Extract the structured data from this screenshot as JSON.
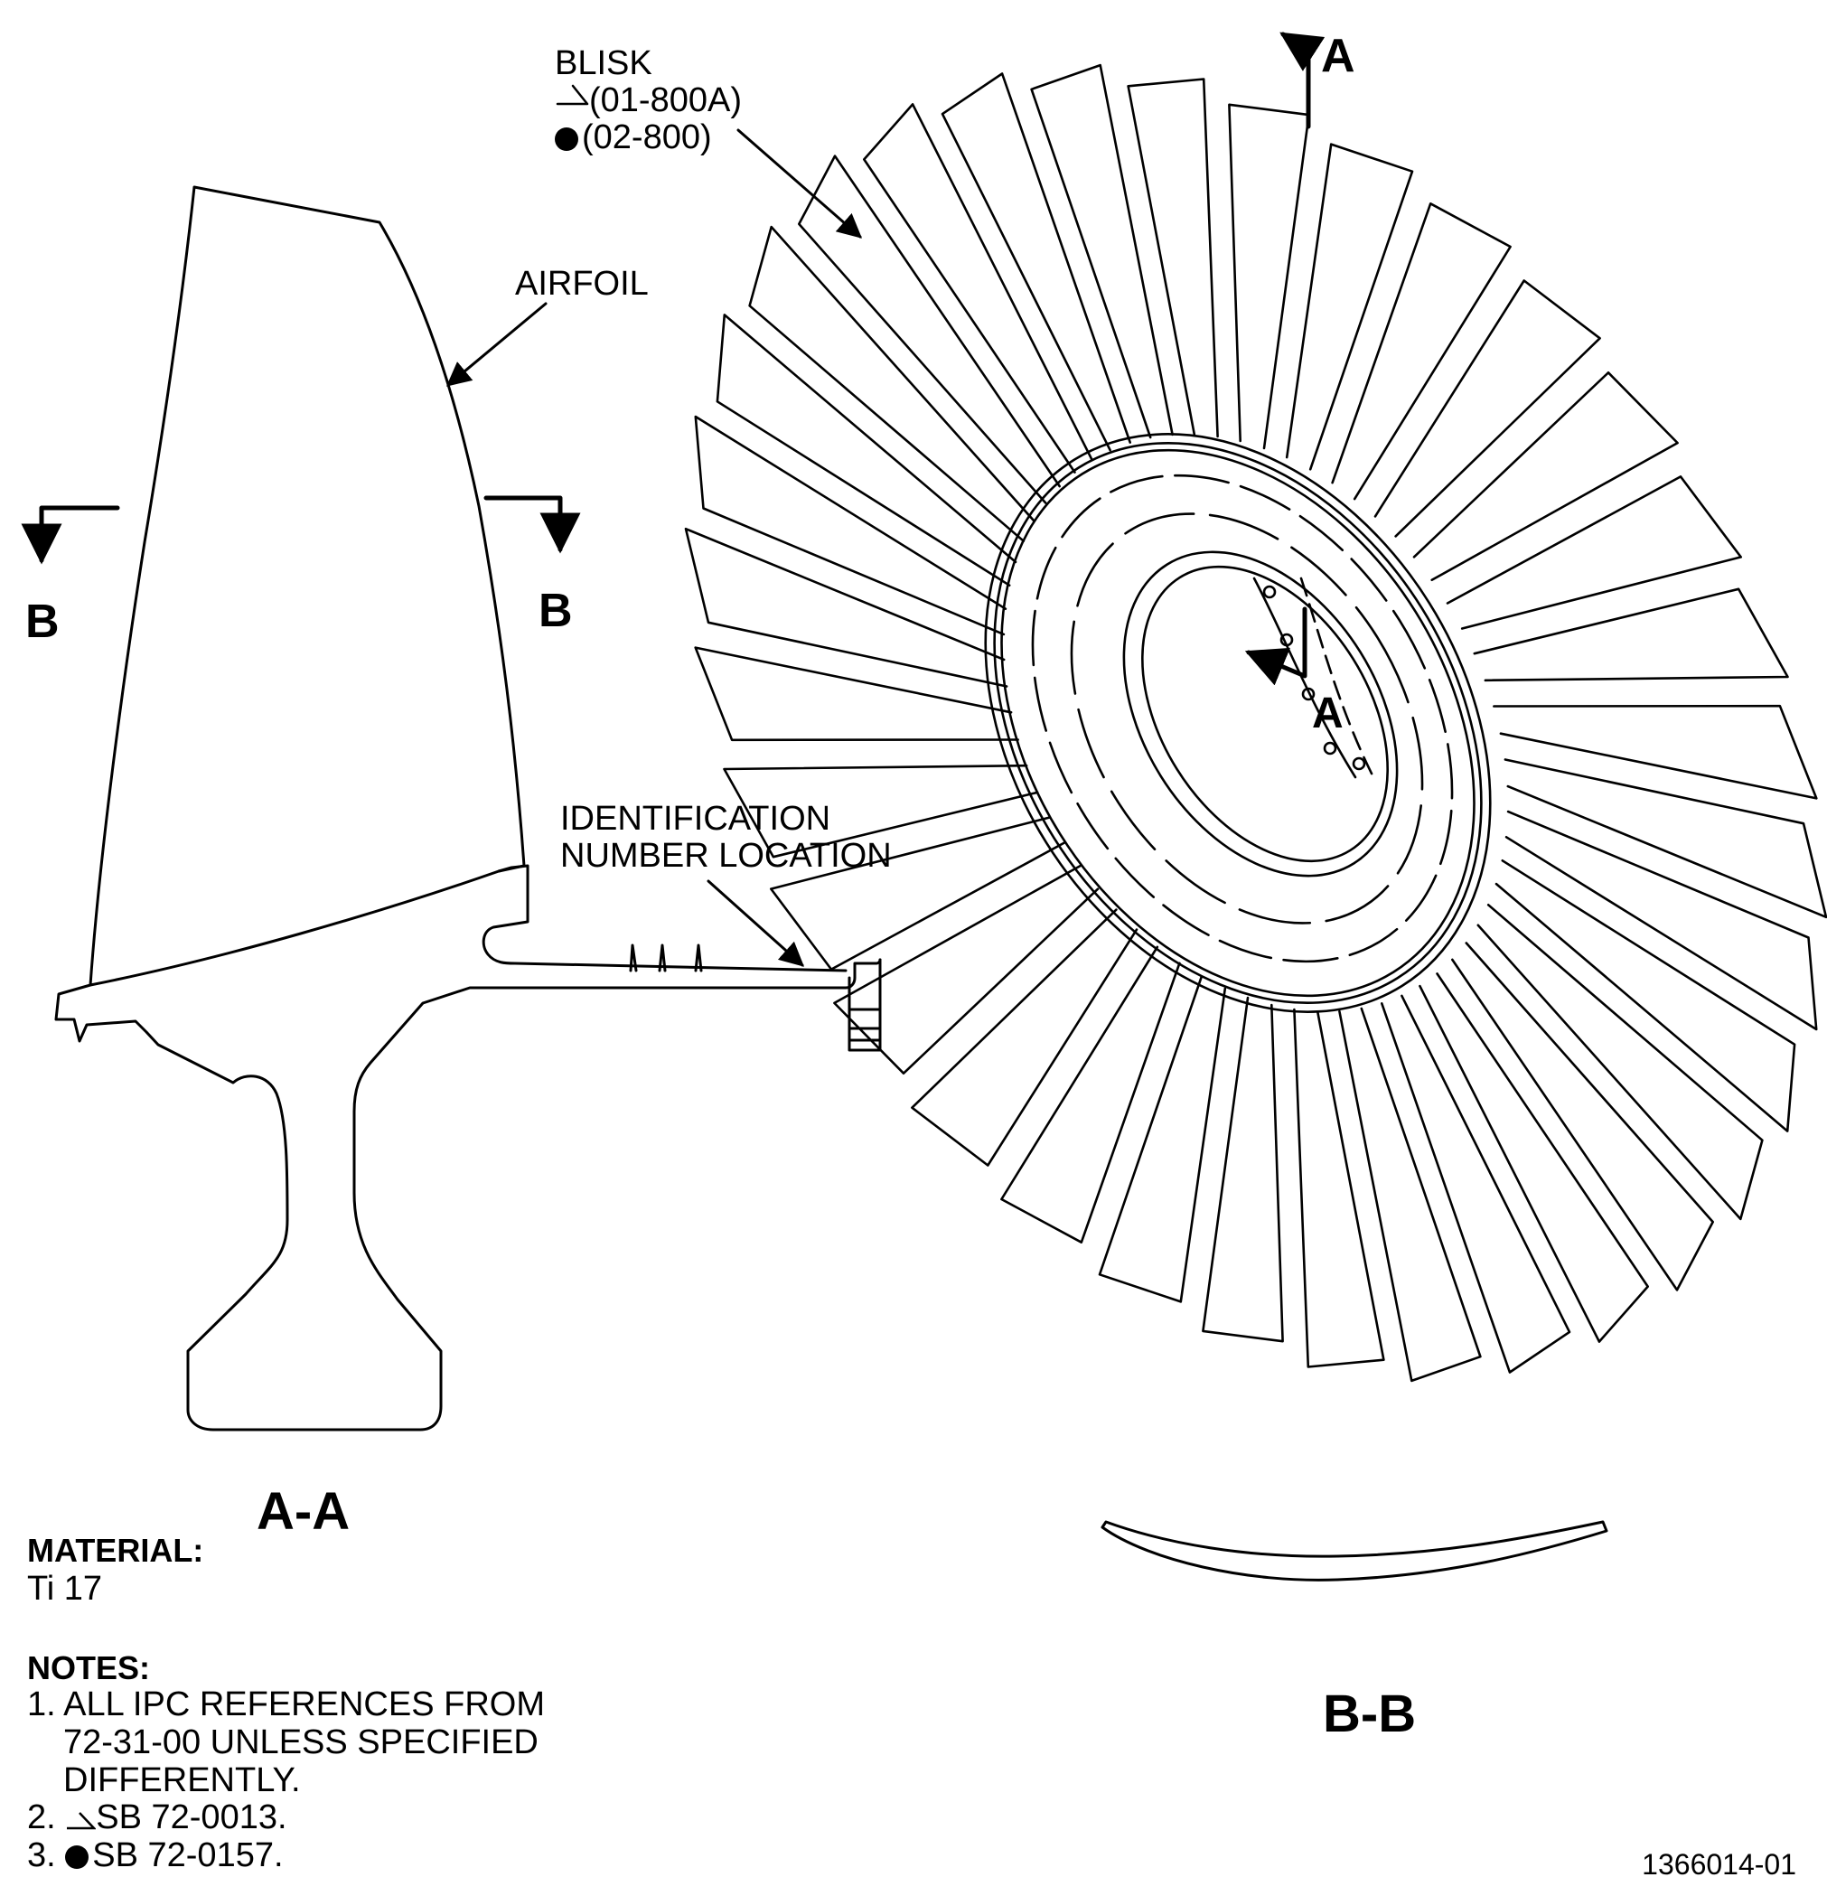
{
  "callouts": {
    "blisk": {
      "name": "BLISK",
      "ref_1": "(01-800A)",
      "ref_2": "(02-800)"
    },
    "airfoil": "AIRFOIL",
    "id_location_1": "IDENTIFICATION",
    "id_location_2": "NUMBER LOCATION"
  },
  "section_marks": {
    "a_top": "A",
    "a_center": "A",
    "b_left": "B",
    "b_right": "B"
  },
  "views": {
    "section_aa": "A-A",
    "section_bb": "B-B"
  },
  "material": {
    "heading": "MATERIAL:",
    "value": "Ti 17"
  },
  "notes": {
    "heading": "NOTES:",
    "items": [
      {
        "num": "1.",
        "lines": [
          "ALL IPC REFERENCES FROM",
          "72-31-00 UNLESS SPECIFIED",
          "DIFFERENTLY."
        ]
      },
      {
        "num": "2.",
        "lines": [
          "SB 72-0013."
        ]
      },
      {
        "num": "3.",
        "lines": [
          "SB 72-0157."
        ]
      }
    ]
  },
  "figure_id": "1366014-01",
  "icons": [
    "triangle-effectivity-icon",
    "dot-effectivity-icon"
  ]
}
